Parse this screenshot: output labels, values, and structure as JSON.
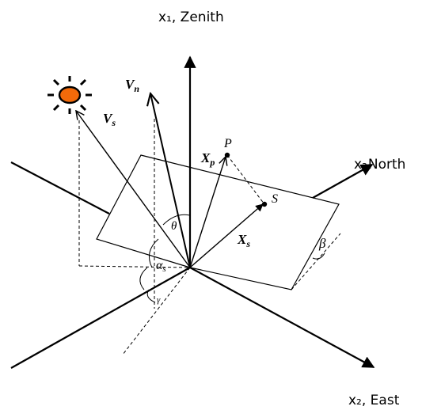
{
  "axes": {
    "zenith_label": "x₁, Zenith",
    "north_label_prefix": "x₃",
    "north_label_word": "North",
    "east_label": "x₂, East"
  },
  "vectors": {
    "sun_vector": "V",
    "sun_vector_sub": "s",
    "normal_vector": "V",
    "normal_vector_sub": "n",
    "point_vector": "X",
    "point_vector_sub": "p",
    "center_vector": "X",
    "center_vector_sub": "s"
  },
  "points": {
    "p": "P",
    "s": "S"
  },
  "angles": {
    "theta": "θ",
    "alpha": "α",
    "alpha_sub": "s",
    "beta": "β",
    "gamma": "γ"
  },
  "colors": {
    "sun_fill": "#f26a0a",
    "line": "#000000"
  }
}
